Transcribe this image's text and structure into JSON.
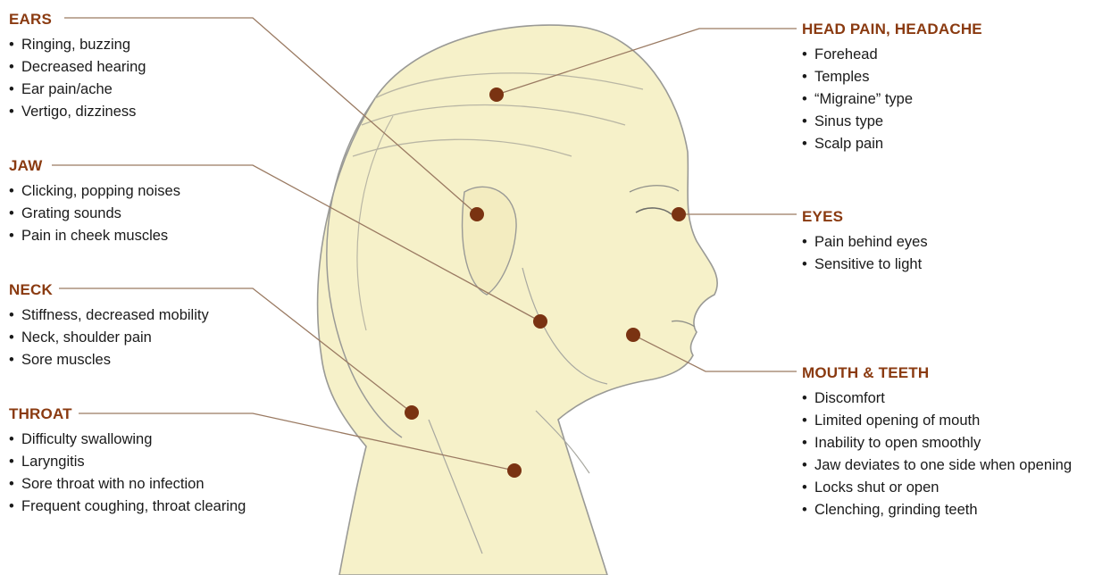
{
  "colors": {
    "heading": "#8a3a10",
    "marker": "#7a3312",
    "skin": "#f6f1c9",
    "outline": "#9a9a96",
    "leader": "#9a7a62"
  },
  "groups": {
    "ears": {
      "title": "EARS",
      "items": [
        "Ringing, buzzing",
        "Decreased hearing",
        "Ear pain/ache",
        "Vertigo, dizziness"
      ]
    },
    "jaw": {
      "title": "JAW",
      "items": [
        "Clicking, popping noises",
        "Grating sounds",
        "Pain in cheek muscles"
      ]
    },
    "neck": {
      "title": "NECK",
      "items": [
        "Stiffness, decreased mobility",
        "Neck, shoulder pain",
        "Sore muscles"
      ]
    },
    "throat": {
      "title": "THROAT",
      "items": [
        "Difficulty swallowing",
        "Laryngitis",
        "Sore throat with no infection",
        "Frequent coughing, throat clearing"
      ]
    },
    "head": {
      "title": "HEAD PAIN, HEADACHE",
      "items": [
        "Forehead",
        "Temples",
        "“Migraine” type",
        "Sinus type",
        "Scalp pain"
      ]
    },
    "eyes": {
      "title": "EYES",
      "items": [
        "Pain behind eyes",
        "Sensitive to light"
      ]
    },
    "mouth": {
      "title": "MOUTH & TEETH",
      "items": [
        "Discomfort",
        "Limited opening of mouth",
        "Inability to open smoothly",
        "Jaw deviates to one side when opening",
        "Locks shut or open",
        "Clenching, grinding teeth"
      ]
    }
  }
}
